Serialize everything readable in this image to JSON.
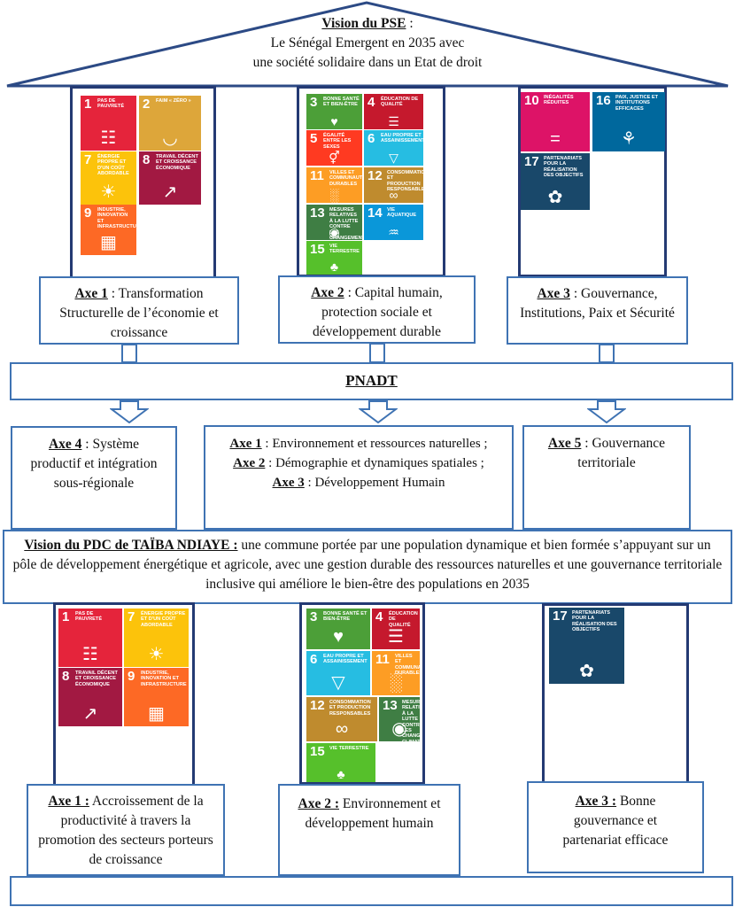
{
  "roof": {
    "title": "Vision du PSE",
    "colon": " :",
    "line1": "Le Sénégal Emergent en 2035 avec",
    "line2": "une société solidaire dans un Etat de droit"
  },
  "pse_axes": [
    {
      "label": "Axe 1",
      "sep": " : ",
      "text": "Transformation Structurelle de l’économie et croissance"
    },
    {
      "label": "Axe 2",
      "sep": " : ",
      "text": "Capital humain, protection sociale et développement durable"
    },
    {
      "label": "Axe 3",
      "sep": " : ",
      "text": "Gouvernance, Institutions, Paix et Sécurité"
    }
  ],
  "pnadt": {
    "title": "PNADT"
  },
  "pnadt_axes": {
    "left": {
      "label": "Axe 4",
      "sep": " : ",
      "text": "Système productif et intégration sous-régionale"
    },
    "center": [
      {
        "label": "Axe 1",
        "sep": " : ",
        "text": "Environnement et ressources naturelles ;"
      },
      {
        "label": "Axe 2",
        "sep": " : ",
        "text": "Démographie et dynamiques spatiales ;"
      },
      {
        "label": "Axe 3",
        "sep": " : ",
        "text": "Développement Humain"
      }
    ],
    "right": {
      "label": "Axe 5",
      "sep": " : ",
      "text": "Gouvernance territoriale"
    }
  },
  "pdc": {
    "title": "Vision du PDC de TAÏBA NDIAYE :",
    "text": " une commune portée par une population dynamique et bien formée s’appuyant sur un pôle de développement énergétique et agricole, avec une gestion durable des ressources naturelles et une gouvernance territoriale inclusive qui améliore le bien-être des populations en 2035"
  },
  "pdc_axes": [
    {
      "label": "Axe 1 :",
      "text": " Accroissement de la productivité à travers la promotion des secteurs porteurs de croissance"
    },
    {
      "label": "Axe 2 :",
      "text": " Environnement et développement humain"
    },
    {
      "label": "Axe 3 :",
      "text": " Bonne gouvernance et partenariat efficace"
    }
  ],
  "sdgs": {
    "1": {
      "num": "1",
      "label": "Pas de pauvreté",
      "color": "#e5243b",
      "icon": "family-icon"
    },
    "2": {
      "num": "2",
      "label": "Faim « zéro »",
      "color": "#dda63a",
      "icon": "bowl-icon"
    },
    "3": {
      "num": "3",
      "label": "Bonne santé et bien-être",
      "color": "#4c9f38",
      "icon": "heartbeat-icon"
    },
    "4": {
      "num": "4",
      "label": "Éducation de qualité",
      "color": "#c5192d",
      "icon": "book-icon"
    },
    "5": {
      "num": "5",
      "label": "Égalité entre les sexes",
      "color": "#ff3a21",
      "icon": "gender-icon"
    },
    "6": {
      "num": "6",
      "label": "Eau propre et assainissement",
      "color": "#26bde2",
      "icon": "water-icon"
    },
    "7": {
      "num": "7",
      "label": "Énergie propre et d'un coût abordable",
      "color": "#fcc30b",
      "icon": "sun-icon"
    },
    "8": {
      "num": "8",
      "label": "Travail décent et croissance économique",
      "color": "#a21942",
      "icon": "growth-chart-icon"
    },
    "9": {
      "num": "9",
      "label": "Industrie, innovation et infrastructure",
      "color": "#fd6925",
      "icon": "cubes-icon"
    },
    "10": {
      "num": "10",
      "label": "Inégalités réduites",
      "color": "#dd1367",
      "icon": "equal-icon"
    },
    "11": {
      "num": "11",
      "label": "Villes et communautés durables",
      "color": "#fd9d24",
      "icon": "city-icon"
    },
    "12": {
      "num": "12",
      "label": "Consommation et production responsables",
      "color": "#bf8b2e",
      "icon": "infinity-icon"
    },
    "13": {
      "num": "13",
      "label": "Mesures relatives à la lutte contre les changements climatiques",
      "color": "#3f7e44",
      "icon": "eye-globe-icon"
    },
    "14": {
      "num": "14",
      "label": "Vie aquatique",
      "color": "#0a97d9",
      "icon": "fish-icon"
    },
    "15": {
      "num": "15",
      "label": "Vie terrestre",
      "color": "#56c02b",
      "icon": "tree-icon"
    },
    "16": {
      "num": "16",
      "label": "Paix, justice et institutions efficaces",
      "color": "#00689d",
      "icon": "dove-icon"
    },
    "17": {
      "num": "17",
      "label": "Partenariats pour la réalisation des objectifs",
      "color": "#19486a",
      "icon": "flower-icon"
    }
  }
}
